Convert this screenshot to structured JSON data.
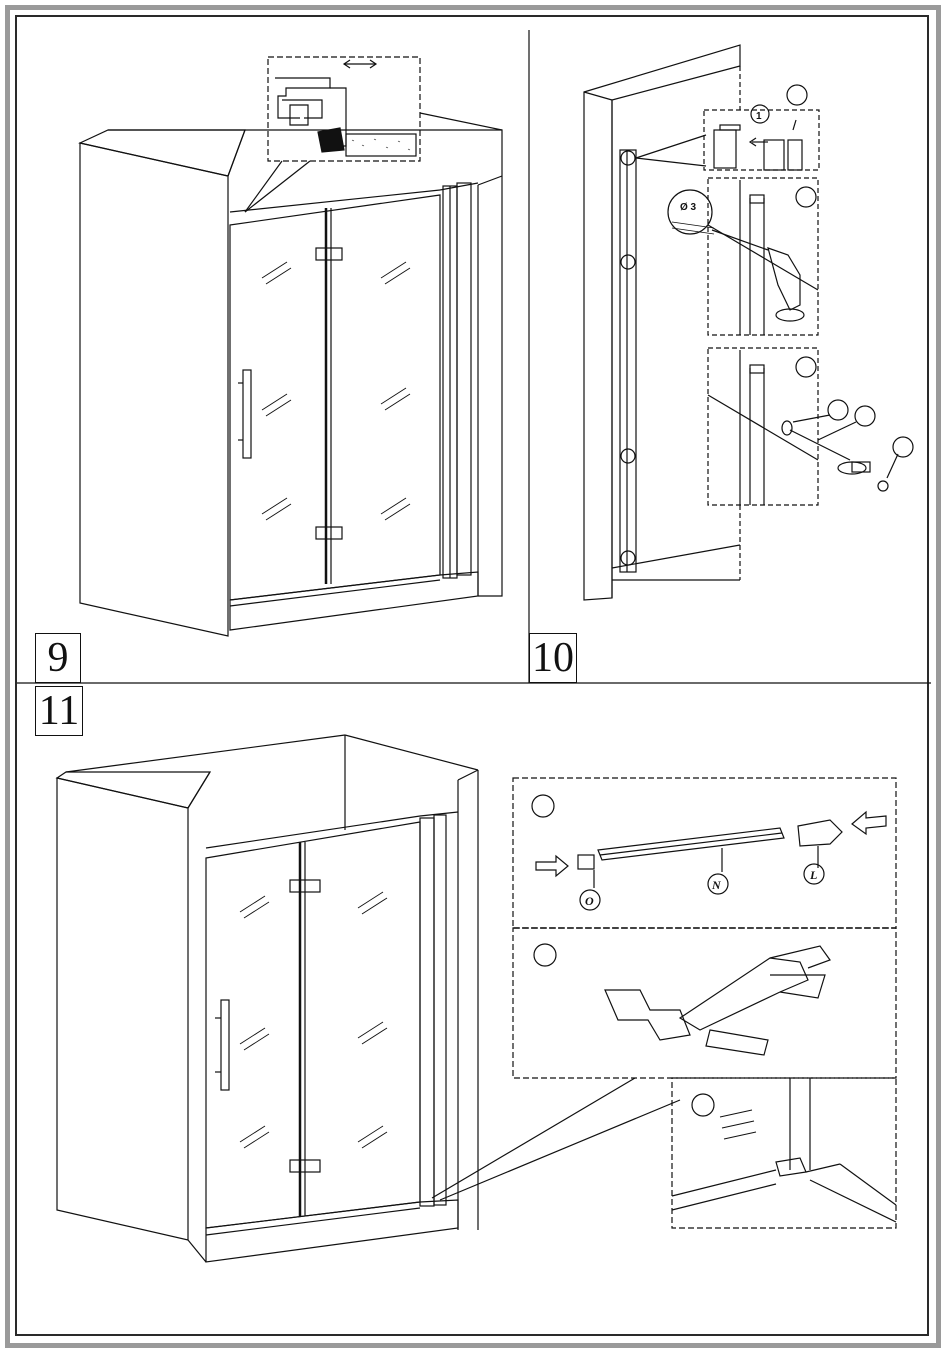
{
  "steps": {
    "step9": "9",
    "step10": "10",
    "step11": "11"
  },
  "callouts": {
    "drill_size": "Ø 3",
    "detail_one": "1",
    "part_o": "O",
    "part_n": "N",
    "part_l": "L"
  },
  "colors": {
    "line": "#111111",
    "frame": "#9a9a9a",
    "paper": "#ffffff"
  }
}
